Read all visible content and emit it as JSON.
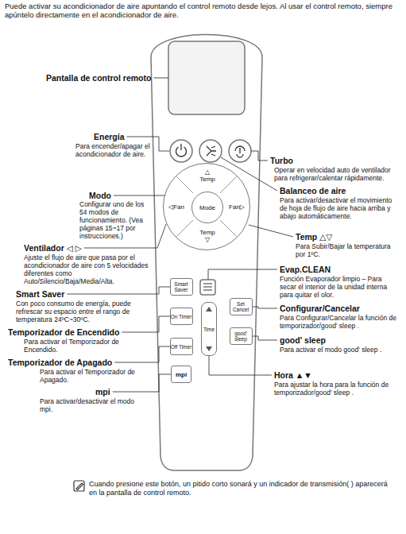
{
  "diagram": {
    "nodes": [
      {
        "text": [
          "△ Temp",
          "◁Fan",
          "Fan▷",
          "Temp ▽"
        ]
      },
      {
        "text": [
          "Mode"
        ],
        "in": 0
      },
      {
        "text": [
          "Smart Saver"
        ]
      },
      {
        "text": [
          "Set Cancel"
        ]
      },
      {
        "text": [
          "On Timer"
        ]
      },
      {
        "text": [
          "Time"
        ]
      },
      {
        "text": [
          "good' sleep"
        ]
      },
      {
        "text": [
          "Off Timer"
        ]
      },
      {
        "text": [
          "mpi"
        ]
      }
    ],
    "labels": [
      "Puede activar su acondicionador de aire apuntando el control remoto desde lejos. Al usar el control remoto, siempre apúntelo directamente en el acondicionador de aire.",
      "Pantalla de control remoto",
      "Energía",
      "Para encender/apagar el acondicionador de aire.",
      "Modo",
      "Configurar uno de los 54 modos de funcionamiento. (Vea páginas 15~17 por instrucciones.)",
      "Ventilador ◁ ▷",
      "Ajuste el flujo de aire que pasa por el acondicionador de aire con 5 velocidades diferentes como Auto/Silencio/Baja/Media/Alta.",
      "Smart Saver",
      "Con poco consumo de energía, puede refrescar su espacio entre el rango de temperatura 24ºC~30ºC.",
      "Temporizador de Encendido",
      "Para activar el Temporizador de Encendido.",
      "Temporizador de Apagado",
      "Para activar el Temporizador de Apagado.",
      "mpi",
      "Para activar/desactivar el modo mpi.",
      "Turbo",
      "Operar en velocidad auto de ventilador para refrigerar/calentar rápidamente.",
      "Balanceo de aire",
      "Para activar/desactivar el movimiento de hoja de flujo de aire hacia arriba y abajo automáticamente.",
      "Temp △▽",
      "Para Subir/Bajar la temperatura por 1ºC.",
      "Evap.CLEAN",
      "Función Evaporador limpio – Para secar el interior de la unidad interna para quitar el olor.",
      "Configurar/Cancelar",
      "Para Configurar/Cancelar la función de temporizador/good' sleep .",
      "good' sleep",
      "Para activar el modo good' sleep .",
      "Hora ▲▼",
      "Para ajustar la hora para la función de temporizador/good' sleep .",
      "Cuando presione este botón, un pitido corto sonará y un indicador de transmisión( ) aparecerá en la pantalla de control remoto."
    ]
  }
}
